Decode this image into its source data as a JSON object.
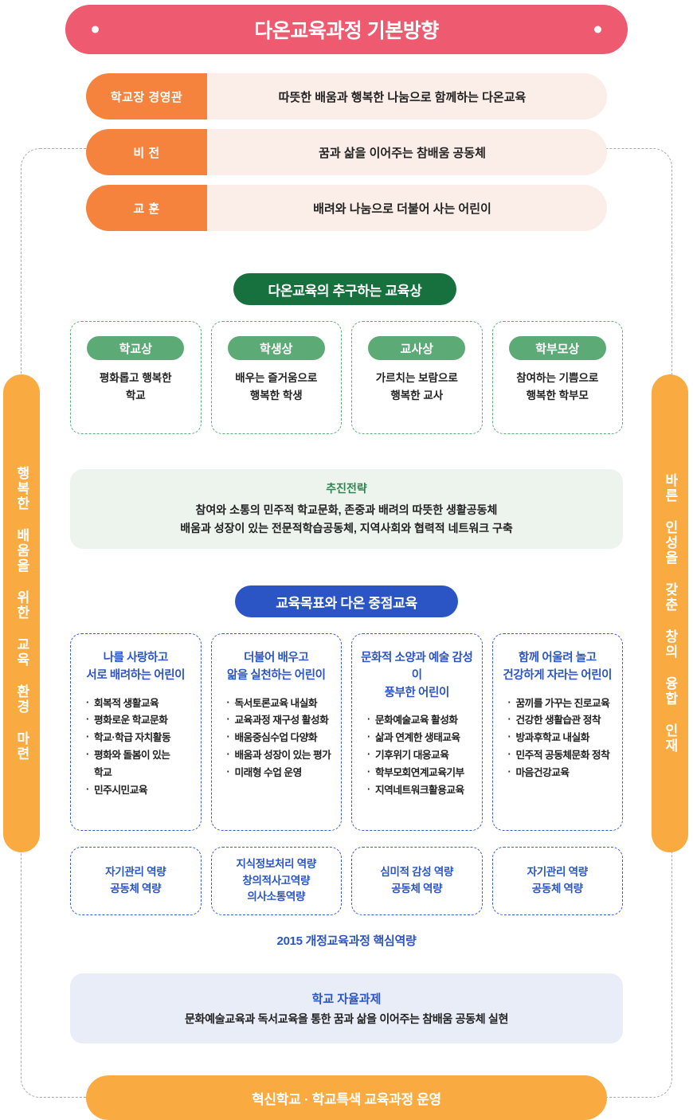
{
  "header": {
    "title": "다온교육과정 기본방향",
    "dot_left": "white-dot",
    "dot_right": "white-dot",
    "color": "#ee5a70"
  },
  "vision_rows": [
    {
      "label": "학교장 경영관",
      "text": "따뜻한 배움과 행복한 나눔으로 함께하는 다온교육"
    },
    {
      "label": "비 전",
      "text": "꿈과 삶을 이어주는 참배움 공동체"
    },
    {
      "label": "교 훈",
      "text": "배려와 나눔으로 더불어 사는 어린이"
    }
  ],
  "sidebars": {
    "left": "행복한 배움을 위한 교육 환경 마련",
    "right": "바른 인성을 갖춘 창의 융합 인재",
    "color": "#f9ab42"
  },
  "ideals": {
    "heading": "다온교육의 추구하는 교육상",
    "heading_color": "#17713f",
    "accent": "#5cab77",
    "cards": [
      {
        "title": "학교상",
        "line1": "평화롭고 행복한",
        "line2": "학교"
      },
      {
        "title": "학생상",
        "line1": "배우는 즐거움으로",
        "line2": "행복한 학생"
      },
      {
        "title": "교사상",
        "line1": "가르치는 보람으로",
        "line2": "행복한 교사"
      },
      {
        "title": "학부모상",
        "line1": "참여하는 기쁨으로",
        "line2": "행복한 학부모"
      }
    ]
  },
  "strategy": {
    "title": "추진전략",
    "line1": "참여와 소통의 민주적 학교문화, 존중과 배려의 따뜻한 생활공동체",
    "line2": "배움과 성장이 있는 전문적학습공동체, 지역사회와 협력적 네트워크 구축"
  },
  "goals": {
    "heading": "교육목표와 다온 중점교육",
    "heading_color": "#2b55c4",
    "columns": [
      {
        "title_line1": "나를 사랑하고",
        "title_line2": "서로 배려하는 어린이",
        "items": [
          "회복적 생활교육",
          "평화로운 학교문화",
          "학교·학급 자치활동",
          "평화와 돌봄이 있는",
          "학교",
          "민주시민교육"
        ]
      },
      {
        "title_line1": "더불어 배우고",
        "title_line2": "앎을 실천하는 어린이",
        "items": [
          "독서토론교육 내실화",
          "교육과정 재구성 활성화",
          "배움중심수업 다양화",
          "배움과 성장이 있는 평가",
          "미래형 수업 운영"
        ]
      },
      {
        "title_line1": "문화적 소양과 예술 감성이",
        "title_line2": "풍부한 어린이",
        "items": [
          "문화예술교육 활성화",
          "삶과 연계한 생태교육",
          "기후위기 대응교육",
          "학부모회연계교육기부",
          "지역네트워크활용교육"
        ]
      },
      {
        "title_line1": "함께 어울려 놀고",
        "title_line2": "건강하게 자라는 어린이",
        "items": [
          "꿈끼를 가꾸는 진로교육",
          "건강한 생활습관 정착",
          "방과후학교 내실화",
          "민주적 공동체문화 정착",
          "마음건강교육"
        ]
      }
    ]
  },
  "competencies": {
    "caption": "2015 개정교육과정 핵심역량",
    "cards": [
      {
        "line1": "자기관리 역량",
        "line2": "공동체 역량",
        "line3": ""
      },
      {
        "line1": "지식정보처리 역량",
        "line2": "창의적사고역량",
        "line3": "의사소통역량"
      },
      {
        "line1": "심미적 감성 역량",
        "line2": "공동체 역량",
        "line3": ""
      },
      {
        "line1": "자기관리 역량",
        "line2": "공동체 역량",
        "line3": ""
      }
    ]
  },
  "autonomy": {
    "title": "학교 자율과제",
    "text": "문화예술교육과 독서교육을 통한 꿈과 삶을 이어주는 참배움 공동체 실현"
  },
  "footer": {
    "text": "혁신학교 · 학교특색 교육과정 운영"
  }
}
